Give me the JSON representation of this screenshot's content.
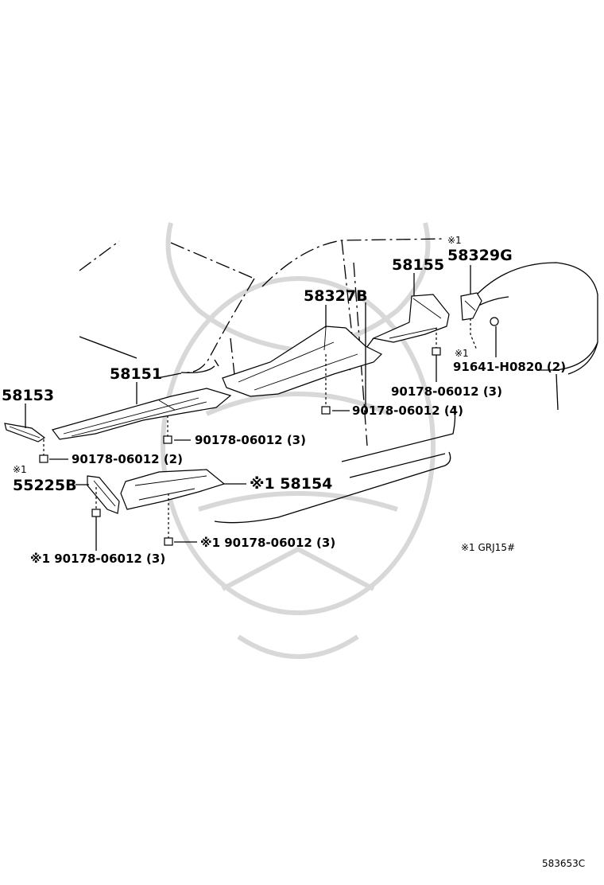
{
  "diagram": {
    "labels": {
      "p58153": "58153",
      "p58151": "58151",
      "p58327b": "58327B",
      "p58155": "58155",
      "p58329g": "58329G",
      "p58329g_note": "※1",
      "p91641": "91641-H0820 (2)",
      "p91641_note": "※1",
      "nut_3_upper_right": "90178-06012 (3)",
      "nut_4": "90178-06012 (4)",
      "nut_3_center": "90178-06012 (3)",
      "nut_2": "90178-06012 (2)",
      "p55225b": "55225B",
      "p55225b_note": "※1",
      "p58154": "※1 58154",
      "nut_3_lower_center": "※1 90178-06012 (3)",
      "nut_3_lower_left": "※1 90178-06012 (3)",
      "legend": "※1 GRJ15#",
      "diagram_code": "583653C"
    }
  }
}
